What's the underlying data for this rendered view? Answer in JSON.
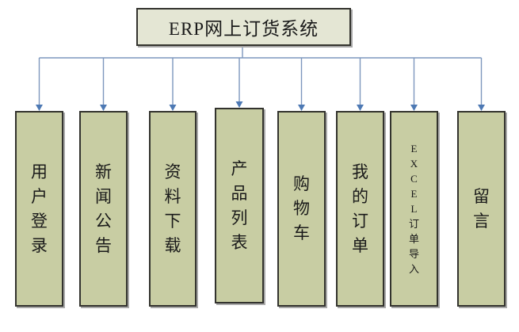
{
  "diagram": {
    "title": "ERP网上订货系统",
    "nodes": [
      {
        "label": "用户登录"
      },
      {
        "label": "新闻公告"
      },
      {
        "label": "资料下载"
      },
      {
        "label": "产品列表"
      },
      {
        "label": "购物车"
      },
      {
        "label": "我的订单"
      },
      {
        "label": "EXCEL订单导入"
      },
      {
        "label": "留言"
      }
    ],
    "colors": {
      "page_bg": "#ffffff",
      "title_fill": "#e4e6d4",
      "box_fill": "#c8cda3",
      "box_border": "#33332e",
      "shadow": "#a9a9a9",
      "connector": "#7d97bd",
      "arrow": "#4d79b4",
      "text": "#1a1a1a"
    }
  }
}
